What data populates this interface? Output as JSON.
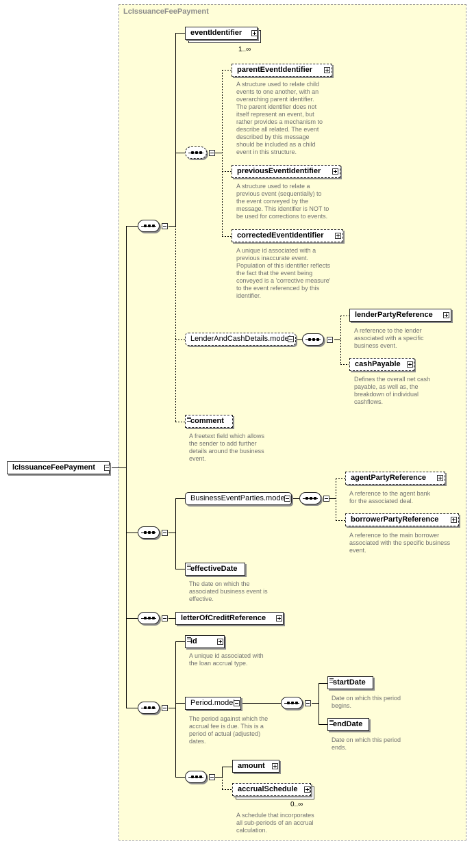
{
  "frame": {
    "title": "LcIssuanceFeePayment"
  },
  "root": {
    "label": "lcIssuanceFeePayment"
  },
  "nodes": {
    "eventIdentifier": {
      "label": "eventIdentifier",
      "cardinality": "1..∞"
    },
    "parentEventIdentifier": {
      "label": "parentEventIdentifier",
      "desc": "A structure used to relate child\nevents to one another, with an\noverarching parent identifier.\nThe parent identifier does not\nitself represent an event, but\nrather provides a mechanism to\ndescribe all related. The event\ndescribed by this message\nshould be included as a child\nevent in this structure."
    },
    "previousEventIdentifier": {
      "label": "previousEventIdentifier",
      "desc": "A structure used to relate a\nprevious event (sequentially) to\nthe event conveyed by the\nmessage. This identifier is NOT to\nbe used for corrections to events."
    },
    "correctedEventIdentifier": {
      "label": "correctedEventIdentifier",
      "desc": "A unique id associated with a\nprevious inaccurate event.\nPopulation of this identifier reflects\nthe fact that the event being\nconveyed is a 'corrective measure'\nto the event referenced by this\nidentifier."
    },
    "lenderAndCashDetails": {
      "label": "LenderAndCashDetails.model"
    },
    "lenderPartyReference": {
      "label": "lenderPartyReference",
      "desc": "A reference to the lender\nassociated with a specific\nbusiness event."
    },
    "cashPayable": {
      "label": "cashPayable",
      "desc": "Defines the overall net cash\npayable, as well as, the\nbreakdown of individual\ncashflows."
    },
    "comment": {
      "label": "comment",
      "desc": "A freetext field which allows\nthe sender to add further\ndetails around the business\nevent."
    },
    "businessEventParties": {
      "label": "BusinessEventParties.model"
    },
    "agentPartyReference": {
      "label": "agentPartyReference",
      "desc": "A reference to the agent bank\nfor the associated deal."
    },
    "borrowerPartyReference": {
      "label": "borrowerPartyReference",
      "desc": "A reference to the main borrower\nassociated with the specific business\nevent."
    },
    "effectiveDate": {
      "label": "effectiveDate",
      "desc": "The date on which the\nassociated business event is\neffective."
    },
    "letterOfCreditReference": {
      "label": "letterOfCreditReference"
    },
    "id": {
      "label": "id",
      "desc": "A unique id associated with\nthe loan accrual type."
    },
    "periodModel": {
      "label": "Period.model",
      "desc": "The period against which the\naccrual fee is due. This is a\nperiod of actual (adjusted)\ndates."
    },
    "startDate": {
      "label": "startDate",
      "desc": "Date on which this period\nbegins."
    },
    "endDate": {
      "label": "endDate",
      "desc": "Date on which this period\nends."
    },
    "amount": {
      "label": "amount"
    },
    "accrualSchedule": {
      "label": "accrualSchedule",
      "cardinality": "0..∞",
      "desc": "A schedule that incorporates\nall sub-periods of an accrual\ncalculation."
    }
  },
  "colors": {
    "frame": "#fffed8",
    "line": "#000000",
    "desc": "#707070"
  }
}
